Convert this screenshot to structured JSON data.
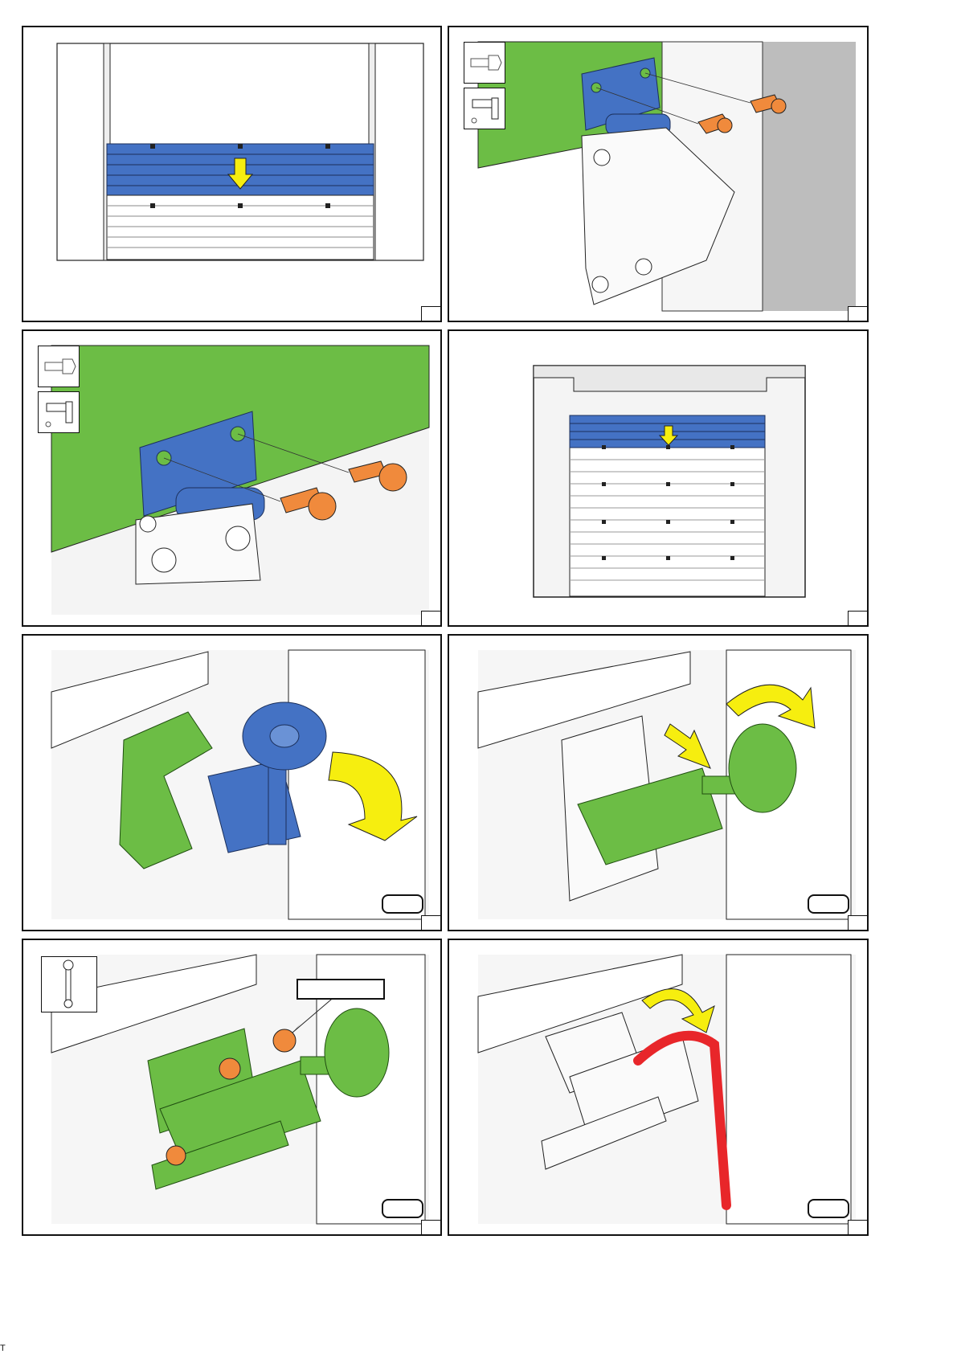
{
  "colors": {
    "panel_blue": "#4472c4",
    "hinge_green": "#6cbd45",
    "bolt_orange": "#f08a3c",
    "arrow_yellow": "#f6ee0f",
    "bar_red": "#e8262a",
    "wall_grey": "#bdbdbd"
  },
  "panels": [
    {
      "step": "place-top-section",
      "icons": [],
      "arrow": "yellow-down-arrow"
    },
    {
      "step": "fasten-hinge-to-post",
      "icons": [
        "screw-icon",
        "drill-icon"
      ],
      "arrow": ""
    },
    {
      "step": "fasten-hinge-closeup",
      "icons": [
        "screw-icon",
        "drill-icon"
      ],
      "arrow": ""
    },
    {
      "step": "door-front-view",
      "icons": [],
      "arrow": "yellow-down-arrow"
    },
    {
      "step": "rotate-roller-bracket",
      "icons": [],
      "arrow": "yellow-curved-arrow"
    },
    {
      "step": "insert-roller-into-track",
      "icons": [],
      "arrow": "yellow-curved-arrow"
    },
    {
      "step": "tighten-nuts",
      "icons": [
        "wrench-icon"
      ],
      "arrow": ""
    },
    {
      "step": "check-with-lever",
      "icons": [],
      "arrow": "yellow-curved-arrow"
    }
  ],
  "footnote": "T"
}
